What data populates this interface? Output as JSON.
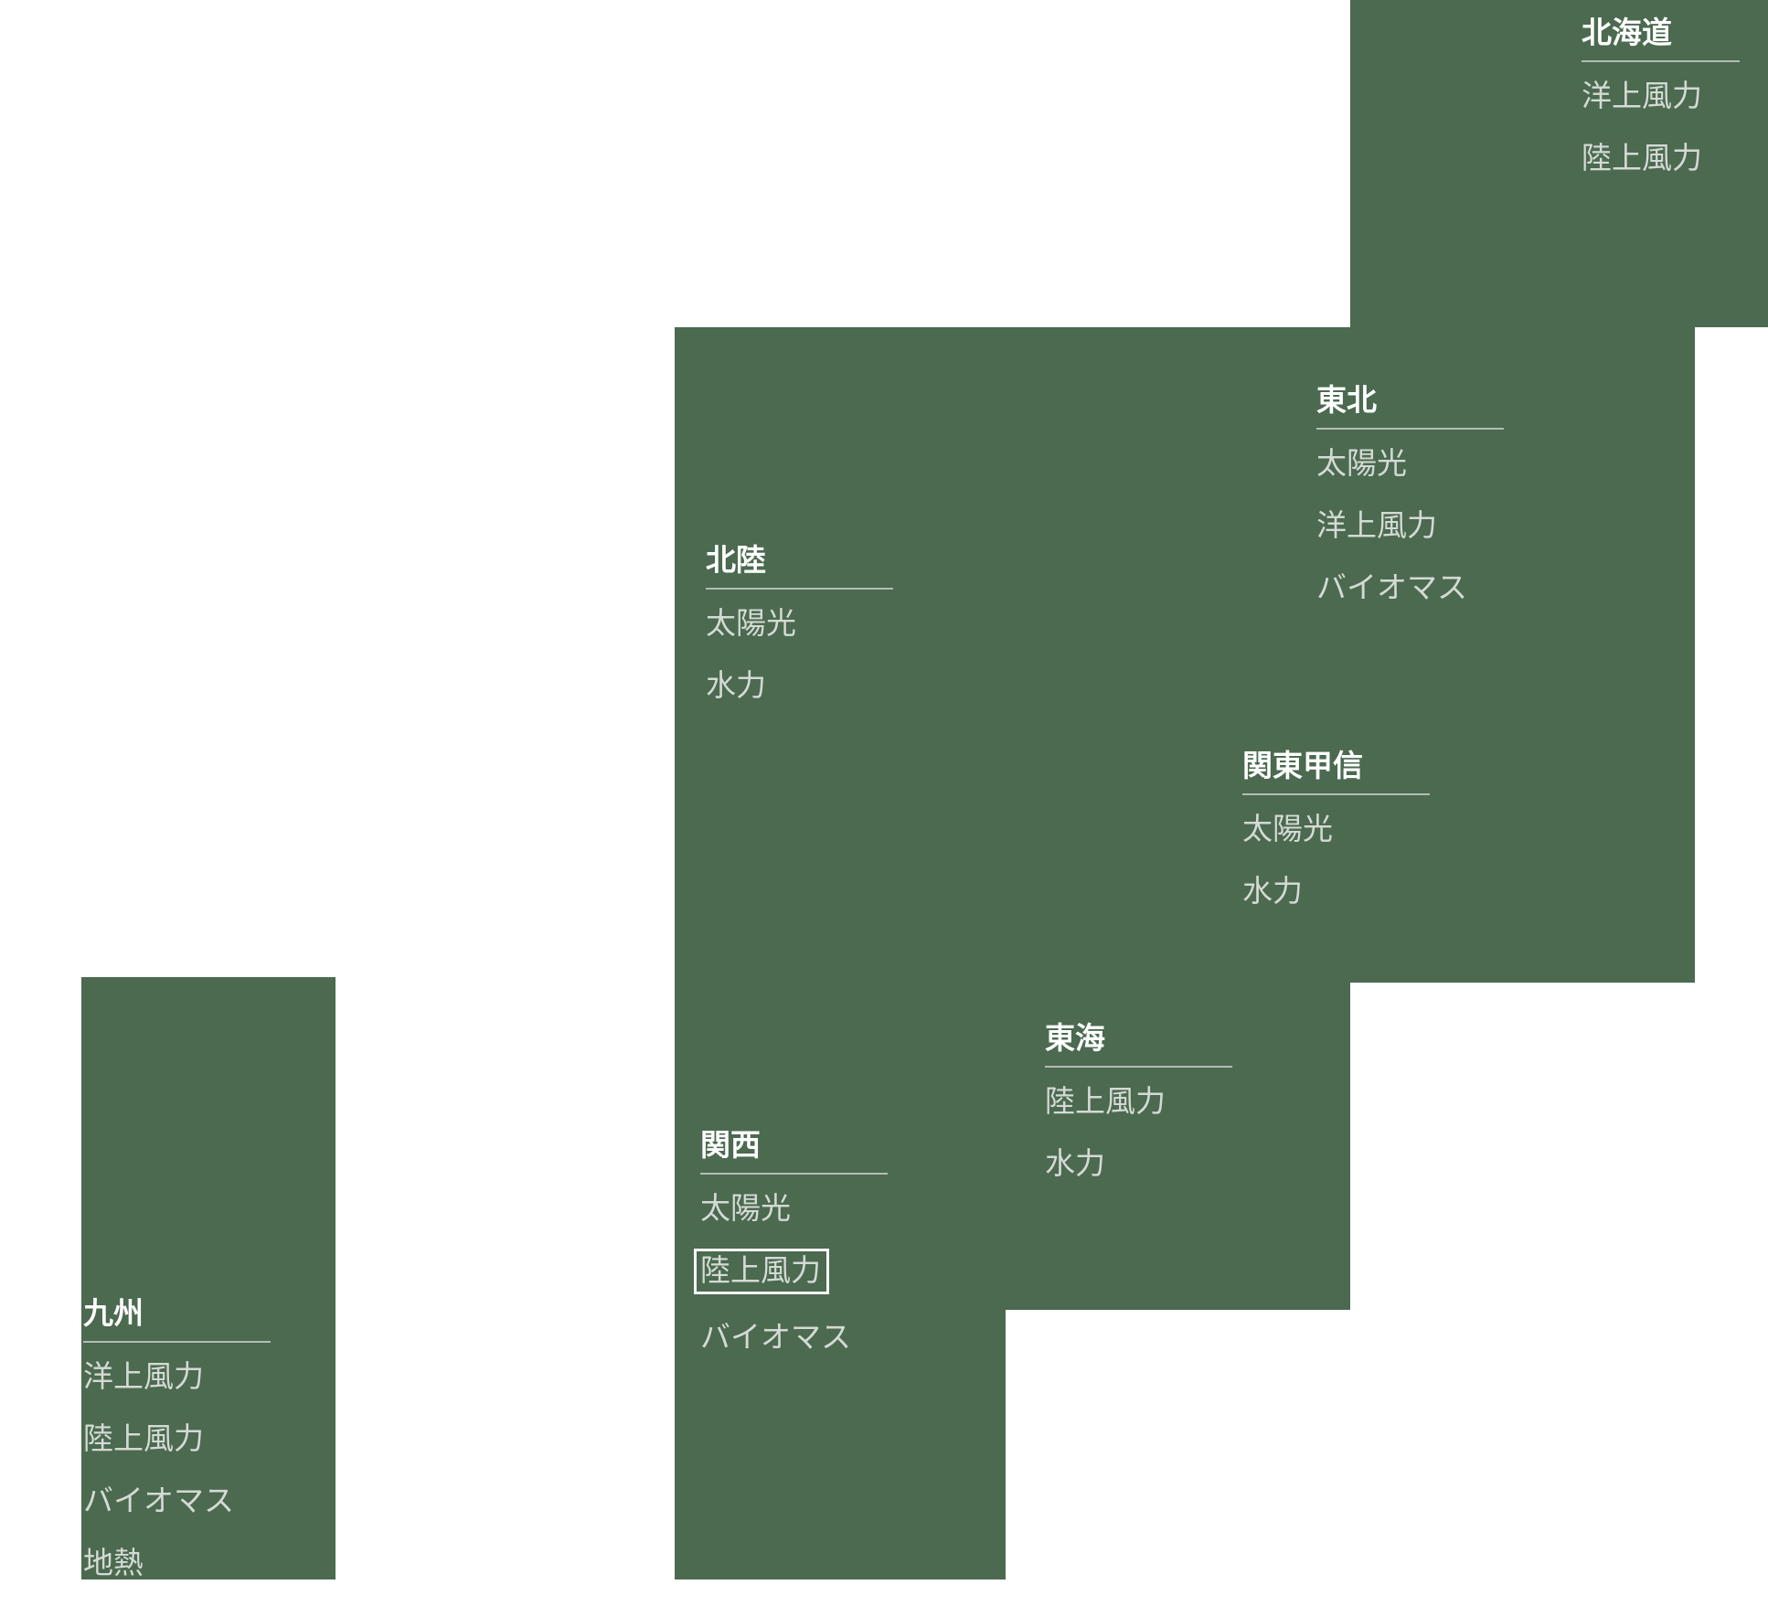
{
  "theme": {
    "block-color": "#4b6a50",
    "header-color": "#ffffff",
    "item-color": "#d4dad4",
    "underline-color": "#b3bdb3",
    "focus-color": "#ffffff",
    "page-background": "#ffffff"
  },
  "regions": [
    {
      "name": "北海道",
      "items": [
        "洋上風力",
        "陸上風力"
      ]
    },
    {
      "name": "東北",
      "items": [
        "太陽光",
        "洋上風力",
        "バイオマス"
      ]
    },
    {
      "name": "北陸",
      "items": [
        "太陽光",
        "水力"
      ]
    },
    {
      "name": "関東甲信",
      "items": [
        "太陽光",
        "水力"
      ]
    },
    {
      "name": "東海",
      "items": [
        "陸上風力",
        "水力"
      ]
    },
    {
      "name": "関西",
      "items": [
        "太陽光",
        "陸上風力",
        "バイオマス"
      ]
    },
    {
      "name": "九州",
      "items": [
        "洋上風力",
        "陸上風力",
        "バイオマス",
        "地熱"
      ]
    }
  ],
  "focus": {
    "region": "関西",
    "item": "陸上風力"
  }
}
